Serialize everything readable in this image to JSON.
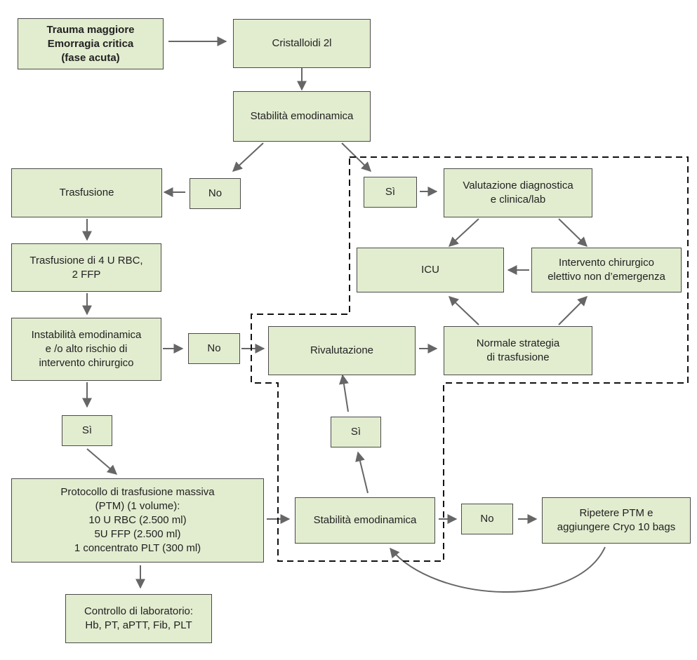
{
  "nodes": {
    "trauma": [
      "Trauma maggiore",
      "Emorragia critica",
      "(fase acuta)"
    ],
    "cristalloidi": [
      "Cristalloidi 2l"
    ],
    "stabilita1": [
      "Stabilità emodinamica"
    ],
    "trasfusione": [
      "Trasfusione"
    ],
    "no1": [
      "No"
    ],
    "si1": [
      "Sì"
    ],
    "valutazione": [
      "Valutazione diagnostica",
      "e clinica/lab"
    ],
    "icu": [
      "ICU"
    ],
    "intervento": [
      "Intervento chirurgico",
      "elettivo non d’emergenza"
    ],
    "trasf4u": [
      "Trasfusione di 4 U RBC,",
      "2 FFP"
    ],
    "instabilita": [
      "Instabilità emodinamica",
      "e /o alto rischio di",
      "intervento chirurgico"
    ],
    "no2": [
      "No"
    ],
    "rivalutazione": [
      "Rivalutazione"
    ],
    "normale": [
      "Normale strategia",
      "di trasfusione"
    ],
    "si2": [
      "Sì"
    ],
    "si3": [
      "Sì"
    ],
    "ptm": [
      "Protocollo di trasfusione massiva",
      "(PTM) (1 volume):",
      "10 U RBC (2.500 ml)",
      "5U FFP (2.500 ml)",
      "1 concentrato PLT (300 ml)"
    ],
    "stabilita2": [
      "Stabilità emodinamica"
    ],
    "no3": [
      "No"
    ],
    "ripetere": [
      "Ripetere PTM e",
      "aggiungere Cryo 10 bags"
    ],
    "controllo": [
      "Controllo di laboratorio:",
      "Hb, PT, aPTT, Fib, PLT"
    ]
  }
}
